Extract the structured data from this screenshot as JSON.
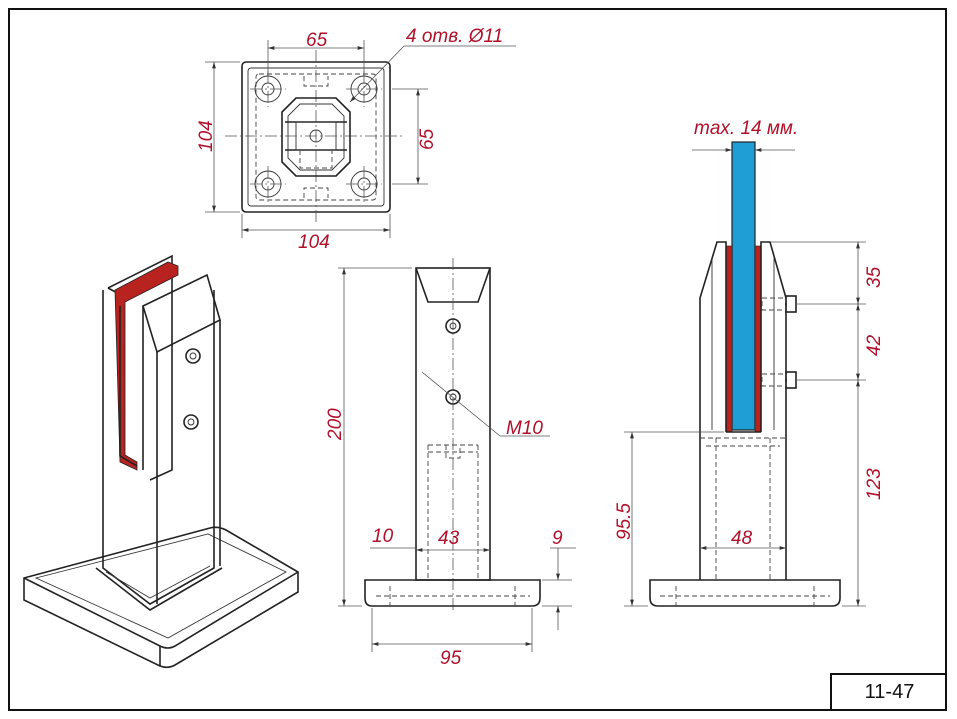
{
  "sheet": {
    "number": "11-47"
  },
  "colors": {
    "dimension": "#b0102a",
    "glass": "#1f9ed6",
    "gasket": "#b8231f",
    "line": "#222222"
  },
  "plan_view": {
    "dim_top": "65",
    "dim_holes": "4 отв. Ø11",
    "dim_left": "104",
    "dim_right": "65",
    "dim_bottom": "104"
  },
  "front_view": {
    "dim_height": "200",
    "dim_thread": "M10",
    "dim_edge": "10",
    "dim_inner": "43",
    "dim_base_thickness": "9",
    "dim_base_width": "95"
  },
  "side_view": {
    "dim_glass": "max. 14 мм.",
    "dim_top": "35",
    "dim_bolt_spacing": "42",
    "dim_lower": "123",
    "dim_insert": "95.5",
    "dim_slot": "48"
  }
}
